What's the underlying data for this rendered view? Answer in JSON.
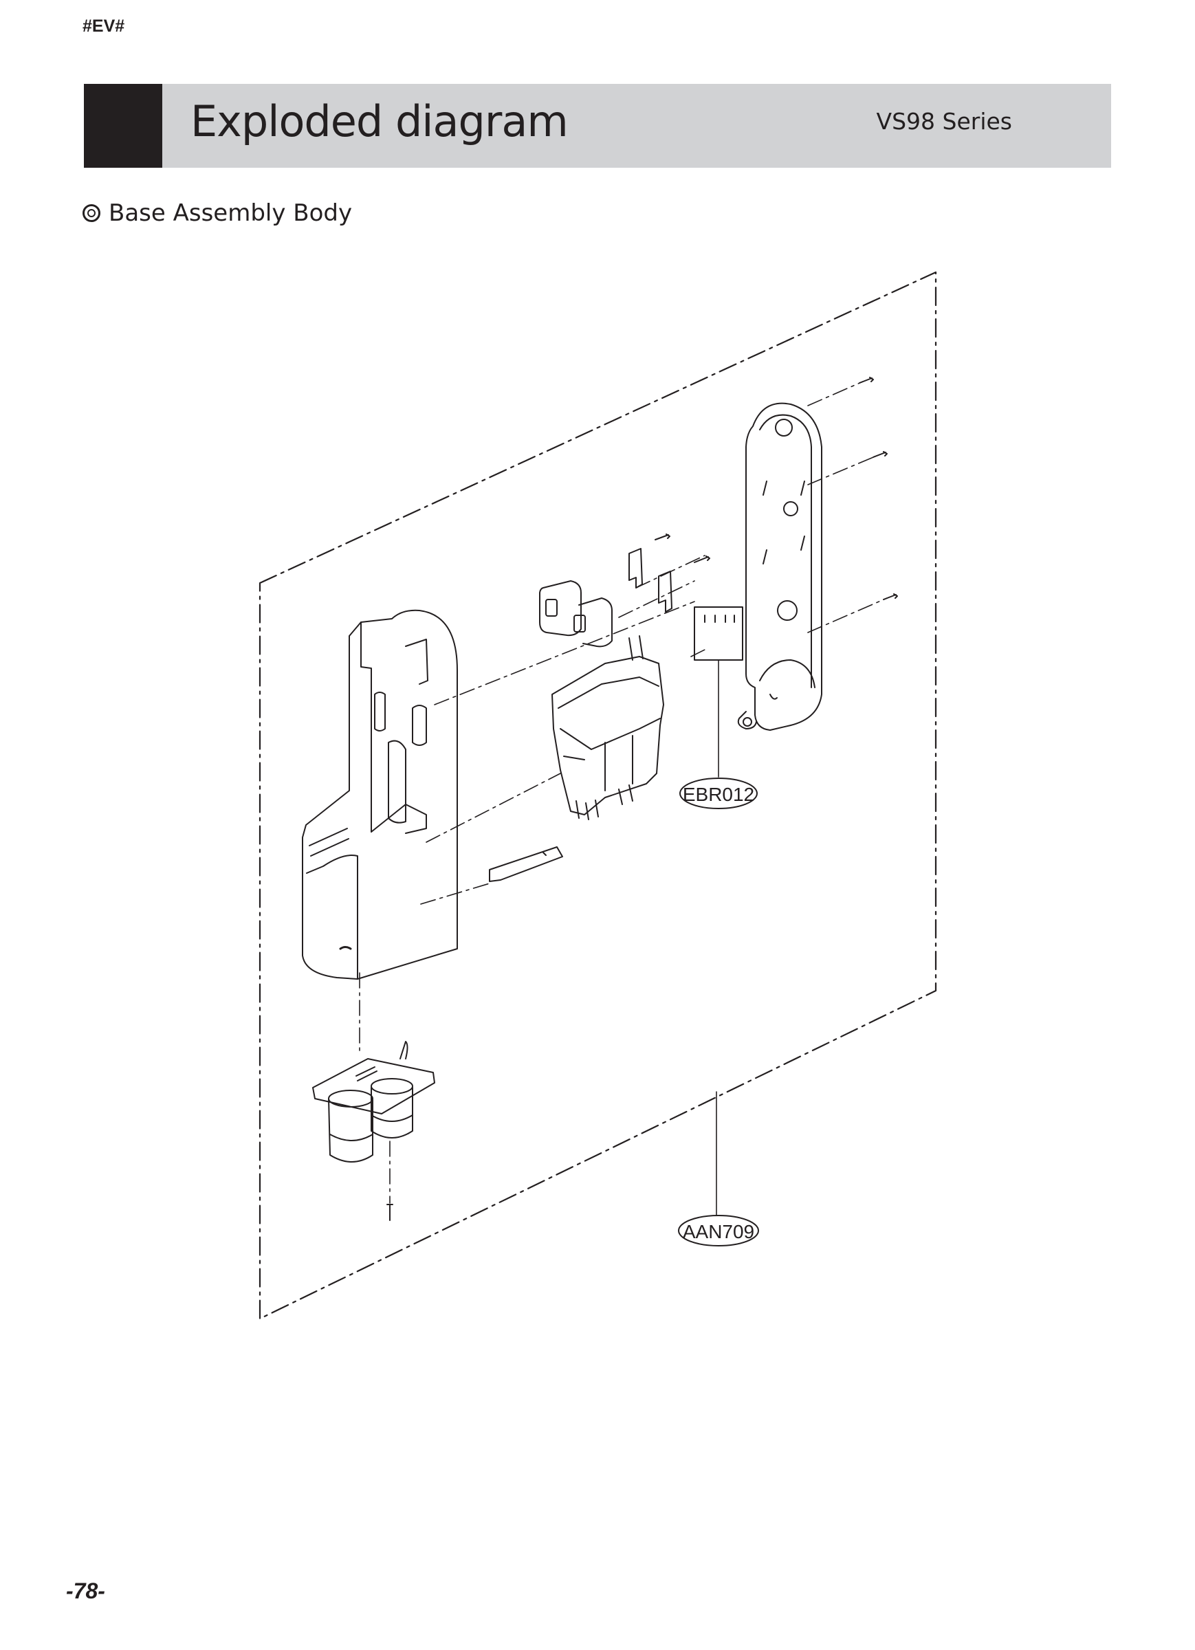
{
  "document": {
    "code": "#EV#",
    "title": "Exploded diagram",
    "series": "VS98 Series",
    "section": "Base Assembly Body",
    "page_number": "-78-"
  },
  "diagram": {
    "part_labels": [
      "EBR012",
      "AAN709"
    ]
  }
}
